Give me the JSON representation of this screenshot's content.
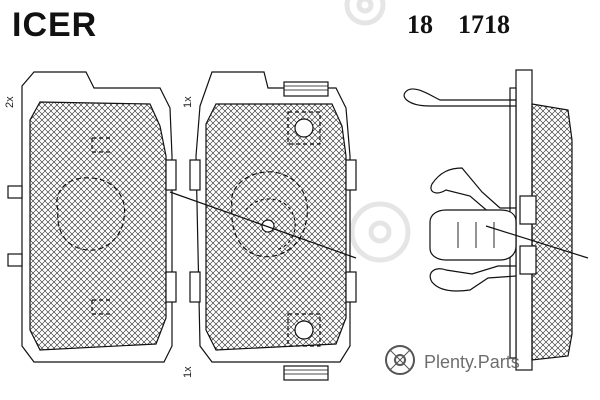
{
  "header": {
    "brand": "ICER",
    "series": "18",
    "number": "1718"
  },
  "labels": {
    "qty_left_pad": "2x",
    "qty_mid_top": "1x",
    "qty_mid_bottom": "1x"
  },
  "watermark": {
    "brand": "Plenty.Parts"
  },
  "colors": {
    "line": "#111111",
    "hatch": "#222222",
    "watermark": "#bfbfbf"
  }
}
